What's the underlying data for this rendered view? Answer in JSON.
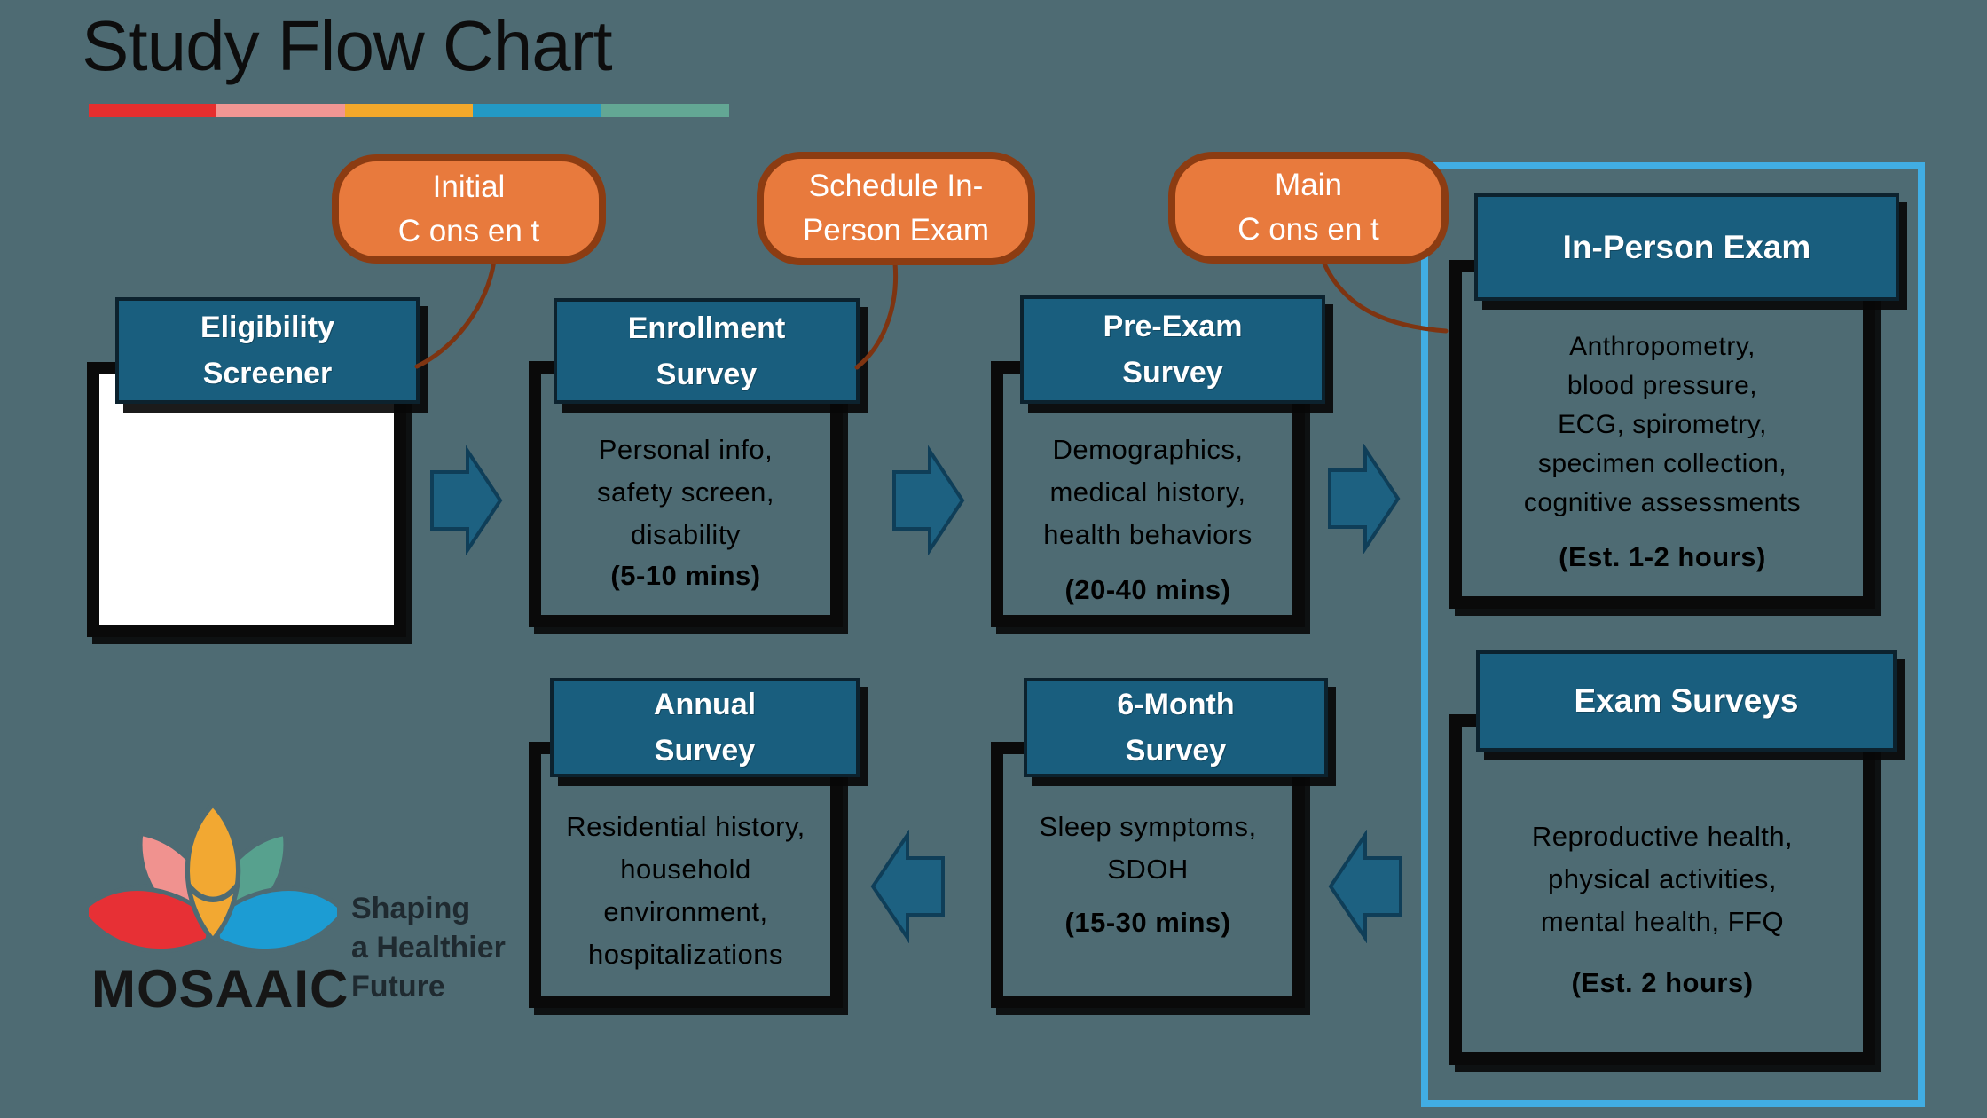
{
  "title": {
    "text": "Study Flow Chart",
    "underline_colors": [
      "#e62e2e",
      "#f19693",
      "#f3a82a",
      "#2399c5",
      "#63a794"
    ]
  },
  "callouts": [
    {
      "label": "Initial\nC ons en t"
    },
    {
      "label": "Schedule  In-\nPerson Exam"
    },
    {
      "label": "Main\nC ons en t"
    }
  ],
  "boxes": [
    {
      "header": "Eligibility\nScreener",
      "body": "",
      "duration": ""
    },
    {
      "header": "Enrollment\nSurvey",
      "body": "Personal info,\nsafety screen,\ndisability",
      "duration": "(5-10 mins)"
    },
    {
      "header": "Pre-Exam\nSurvey",
      "body": "Demographics,\nmedical history,\nhealth behaviors",
      "duration": "(20-40 mins)"
    },
    {
      "header": "In-Person Exam",
      "body": "Anthropometry,\nblood pressure,\nECG, spirometry,\nspecimen collection,\ncognitive assessments",
      "duration": "(Est. 1-2 hours)"
    },
    {
      "header": "Exam Surveys",
      "body": "Reproductive health,\nphysical activities,\nmental health, FFQ",
      "duration": "(Est. 2 hours)"
    },
    {
      "header": "6-Month\nSurvey",
      "body": "Sleep symptoms,\nSDOH",
      "duration": "(15-30 mins)"
    },
    {
      "header": "Annual\nSurvey",
      "body": "Residential history,\nhousehold\nenvironment,\nhospitalizations",
      "duration": ""
    }
  ],
  "logo": {
    "wordmark": "MOSAAIC",
    "tagline": "Shaping\na Healthier\nFuture"
  },
  "colors": {
    "background": "#4e6b73",
    "header_teal": "#195e7e",
    "box_border": "#0a0a0a",
    "white_panel": "#ffffff",
    "arrow_fill": "#1d6181",
    "arrow_stroke": "#0f3e58",
    "bubble_fill": "#e87a3d",
    "bubble_border": "#8c3c12",
    "tail_brown": "#7e3411",
    "highlight_blue": "#41ade3",
    "logo_red": "#e73035",
    "logo_salmon": "#f0928f",
    "logo_orange": "#f2a832",
    "logo_sky": "#2aa6d9",
    "logo_teal": "#57a18e",
    "logo_blue": "#1c9cd3"
  }
}
